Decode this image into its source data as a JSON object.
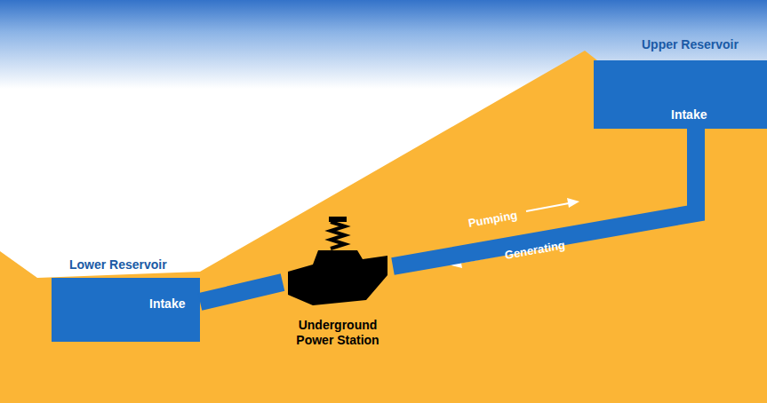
{
  "diagram": {
    "nodes": [
      {
        "text": [
          "Upper Reservoir",
          "Intake"
        ]
      },
      {
        "text": [
          "Lower Reservoir",
          "Intake"
        ]
      },
      {
        "text": [
          "Underground Power Station"
        ]
      }
    ],
    "edges": [
      {
        "from": 1,
        "to": 2,
        "arrow": "none"
      },
      {
        "from": 2,
        "to": 0,
        "arrow": "none"
      }
    ],
    "labels": [
      "Pumping",
      "Generating"
    ]
  }
}
